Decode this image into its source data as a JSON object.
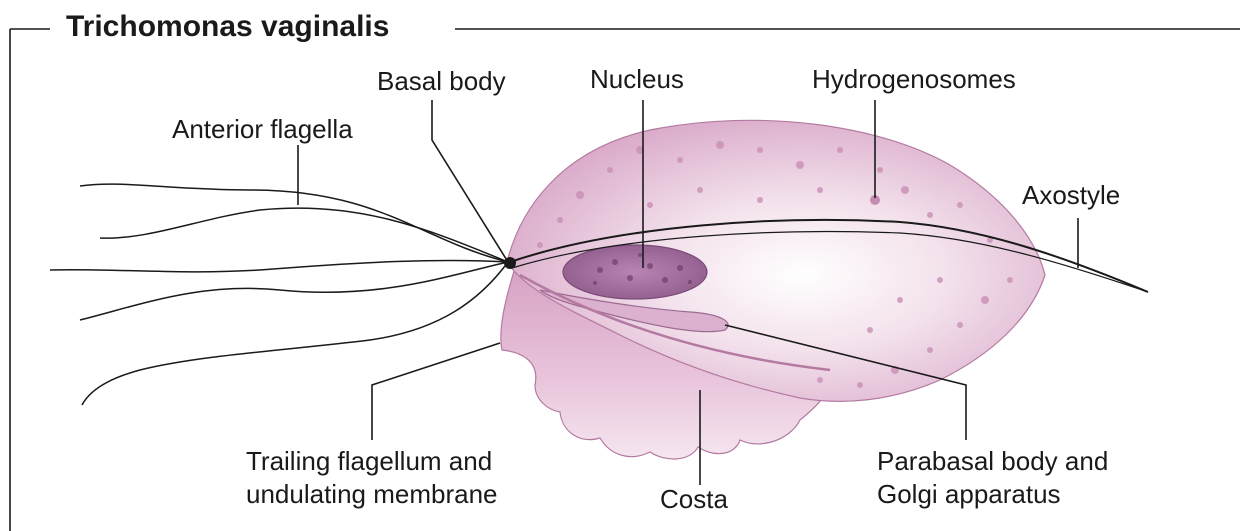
{
  "figure": {
    "title": "Trichomonas vaginalis",
    "labels": {
      "basal_body": "Basal body",
      "nucleus": "Nucleus",
      "hydrogenosomes": "Hydrogenosomes",
      "anterior_flagella": "Anterior flagella",
      "axostyle": "Axostyle",
      "trailing_line1": "Trailing flagellum and",
      "trailing_line2": "undulating membrane",
      "costa": "Costa",
      "parabasal_line1": "Parabasal body and",
      "parabasal_line2": "Golgi apparatus"
    },
    "colors": {
      "body": "#e8c9dd",
      "body_light": "#f6eaf2",
      "membrane": "#d7a6c6",
      "nucleus": "#a06a9c",
      "outline": "#1a1a1a"
    }
  }
}
